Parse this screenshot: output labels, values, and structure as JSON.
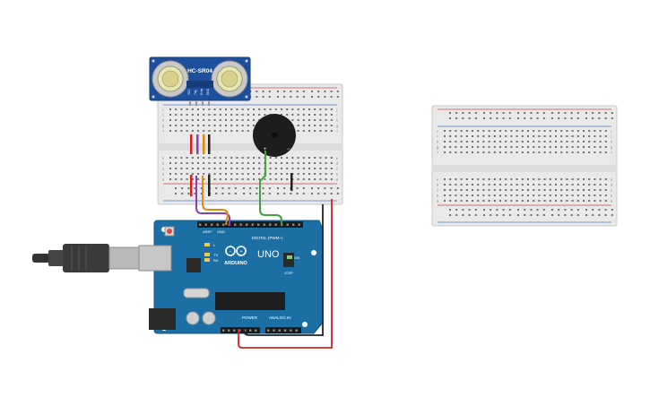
{
  "sensor": {
    "model_label": "HC-SR04",
    "pin_labels": [
      "VCC",
      "Trig",
      "Echo",
      "GND"
    ]
  },
  "buzzer": {
    "plus_label": "+",
    "minus_label": "−"
  },
  "breadboard": {
    "row_labels_top": [
      "j",
      "i",
      "h",
      "g",
      "f"
    ],
    "row_labels_bottom": [
      "e",
      "d",
      "c",
      "b",
      "a"
    ]
  },
  "arduino": {
    "logo": "ARDUINO",
    "model": "UNO",
    "digital_label": "DIGITAL (PWM~)",
    "power_label": "POWER",
    "analog_label": "ANALOG IN",
    "tx_label": "TX",
    "rx_label": "RX",
    "l_label": "L",
    "on_label": "ON",
    "aref_label": "AREF",
    "gnd_label": "GND",
    "icsp_label": "ICSP"
  },
  "colors": {
    "wire_red": "#d0231f",
    "wire_black": "#222222",
    "wire_orange": "#e08a12",
    "wire_purple": "#8a3fb4",
    "wire_green": "#3ea53a",
    "board_blue": "#1c6fa4",
    "sensor_blue": "#1d4f9c",
    "rail_red": "#d64545",
    "rail_blue": "#4a7cc8"
  }
}
